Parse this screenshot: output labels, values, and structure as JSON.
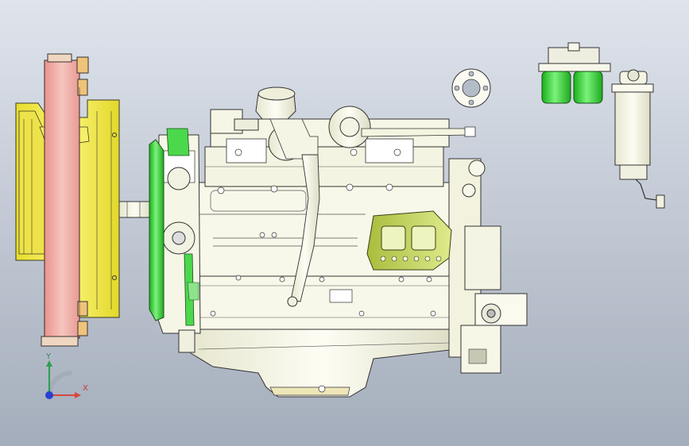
{
  "viewport": {
    "background_top": "#dfe4ec",
    "background_bottom": "#a4adbb"
  },
  "model": {
    "components": [
      {
        "name": "radiator",
        "color": "#f2b4ad"
      },
      {
        "name": "fan-shroud",
        "color": "#f5ee5c"
      },
      {
        "name": "engine-block",
        "color": "#fafaec"
      },
      {
        "name": "turbocharger",
        "color": "#f1f1dc"
      },
      {
        "name": "belt-pulley",
        "color": "#3fcf3f"
      },
      {
        "name": "rocker-cover",
        "color": "#cbd96a"
      },
      {
        "name": "oil-filters",
        "color": "#3fdc3f"
      },
      {
        "name": "fuel-water-separator",
        "color": "#fafaec"
      },
      {
        "name": "gasket-flange",
        "color": "#fafaec"
      }
    ]
  },
  "triad": {
    "x_label": "X",
    "y_label": "Y",
    "x_color": "#d6473d",
    "y_color": "#2e9e4f",
    "z_color": "#2a3fd1"
  }
}
